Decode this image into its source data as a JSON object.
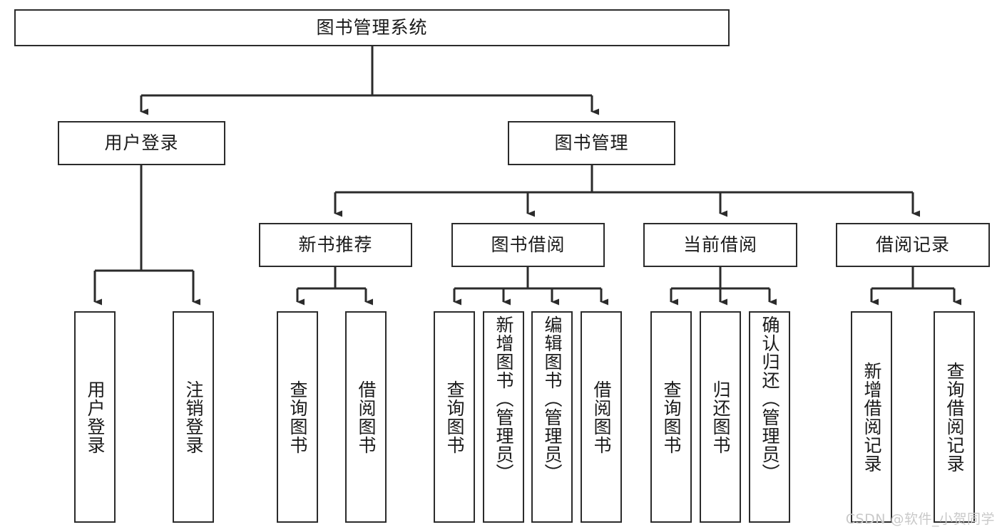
{
  "diagram": {
    "type": "tree-hierarchy",
    "orientation": "top-down",
    "title_node": "图书管理系统",
    "levels": 4,
    "colors": {
      "node_border": "#2b2b2b",
      "node_fill": "#ffffff",
      "connector": "#2b2b2b",
      "text": "#1a1a1a",
      "watermark": "#c9c9c9",
      "background": "#ffffff"
    },
    "nodes": {
      "root": {
        "label": "图书管理系统"
      },
      "level2": [
        {
          "id": "user-login",
          "label": "用户登录"
        },
        {
          "id": "book-manage",
          "label": "图书管理"
        }
      ],
      "level3": [
        {
          "id": "new-book-recommend",
          "label": "新书推荐"
        },
        {
          "id": "book-borrow",
          "label": "图书借阅"
        },
        {
          "id": "current-borrow",
          "label": "当前借阅"
        },
        {
          "id": "borrow-record",
          "label": "借阅记录"
        }
      ],
      "leaves": {
        "user_login": [
          {
            "id": "leaf-user-login",
            "label": "用户登录"
          },
          {
            "id": "leaf-logout-login",
            "label": "注销登录"
          }
        ],
        "new_book_recommend": [
          {
            "id": "leaf-query-book-1",
            "label": "查询图书"
          },
          {
            "id": "leaf-borrow-book-1",
            "label": "借阅图书"
          }
        ],
        "book_borrow": [
          {
            "id": "leaf-query-book-2",
            "label": "查询图书"
          },
          {
            "id": "leaf-add-book",
            "label": "新增图书（管理员）"
          },
          {
            "id": "leaf-edit-book",
            "label": "编辑图书（管理员）"
          },
          {
            "id": "leaf-borrow-book-2",
            "label": "借阅图书"
          }
        ],
        "current_borrow": [
          {
            "id": "leaf-query-book-3",
            "label": "查询图书"
          },
          {
            "id": "leaf-return-book",
            "label": "归还图书"
          },
          {
            "id": "leaf-confirm-return",
            "label": "确认归还（管理员）"
          }
        ],
        "borrow_record": [
          {
            "id": "leaf-add-borrow-record",
            "label": "新增借阅记录"
          },
          {
            "id": "leaf-query-borrow-record",
            "label": "查询借阅记录"
          }
        ]
      }
    }
  },
  "watermark": {
    "text": "CSDN @软件_小贺同学"
  }
}
